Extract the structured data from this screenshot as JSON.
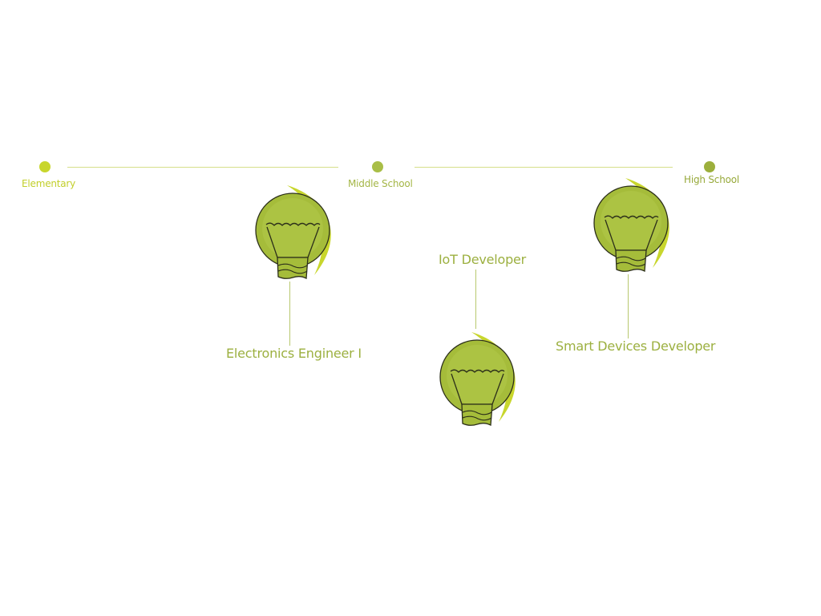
{
  "colors": {
    "accent_light": "#c8d62d",
    "accent_mid": "#a9be47",
    "accent_dark": "#9caf3c",
    "bulb_fill": "#a5bc3a",
    "bulb_glow": "#b3c84a",
    "line": "#d6df8a",
    "outline": "#2c2f1a"
  },
  "timeline": {
    "stages": [
      {
        "label": "Elementary"
      },
      {
        "label": "Middle School"
      },
      {
        "label": "High School"
      }
    ]
  },
  "careers": [
    {
      "label": "Electronics Engineer I",
      "icon": "lightbulb-icon"
    },
    {
      "label": "IoT Developer",
      "icon": "lightbulb-icon"
    },
    {
      "label": "Smart Devices Developer",
      "icon": "lightbulb-icon"
    }
  ]
}
